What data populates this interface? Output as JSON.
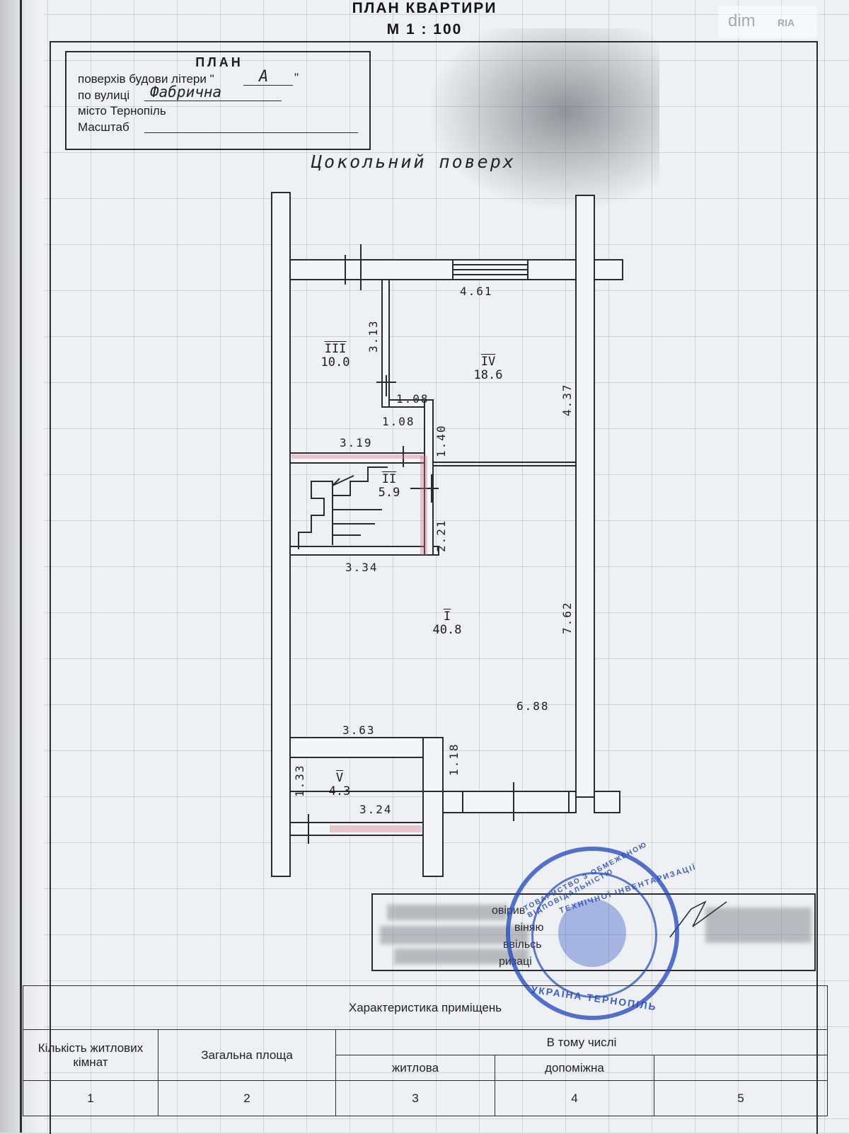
{
  "document": {
    "title": "ПЛАН КВАРТИРИ",
    "scale": "М 1 : 100"
  },
  "stamp": {
    "heading": "ПЛАН",
    "line1_label": "поверхів будови літери \"",
    "line1_value": "А",
    "line1_end": "\"",
    "line2_label": "по вулиці",
    "line2_value": "Фабрична",
    "line3_label": "місто Тернопіль",
    "line4_label": "Масштаб",
    "line4_value": ""
  },
  "floor_title": "Цокольний поверх",
  "rooms": [
    {
      "id": "III",
      "area": "10.0"
    },
    {
      "id": "IV",
      "area": "18.6"
    },
    {
      "id": "II",
      "area": "5.9"
    },
    {
      "id": "I",
      "area": "40.8"
    },
    {
      "id": "V",
      "area": "4.3"
    }
  ],
  "dimensions": {
    "top_width": "4.61",
    "room3_height": "3.13",
    "room4_height": "4.37",
    "step_upper": "1.08",
    "step_lower": "1.08",
    "stair_gap": "1.40",
    "stair_width": "3.19",
    "stair_height": "2.21",
    "mid_width": "3.34",
    "room1_height": "7.62",
    "room1_width": "6.88",
    "lower_width": "3.63",
    "corridor_height": "1.18",
    "room5_height": "1.33",
    "room5_width": "3.24"
  },
  "signature_box": {
    "labels": [
      "овірив",
      "віняю",
      "ввільсь",
      "ризаці"
    ]
  },
  "seal": {
    "text_top": "ТОВАРИСТВО З ОБМЕЖЕНОЮ ВІДПОВІДАЛЬНІСТЮ",
    "text_mid": "ТЕХНІЧНОЇ ІНВЕНТАРИЗАЦІЇ",
    "text_bottom": "УКРАЇНА ТЕРНОПІЛЬ"
  },
  "characteristics": {
    "heading": "Характеристика приміщень",
    "col_rooms": "Кількість житлових кімнат",
    "col_total": "Загальна площа",
    "col_incl": "В тому числі",
    "col_living": "житлова",
    "col_aux": "допоміжна",
    "nums": [
      "1",
      "2",
      "3",
      "4",
      "5"
    ]
  },
  "watermark": {
    "left": "dim",
    "right": "RIA"
  }
}
